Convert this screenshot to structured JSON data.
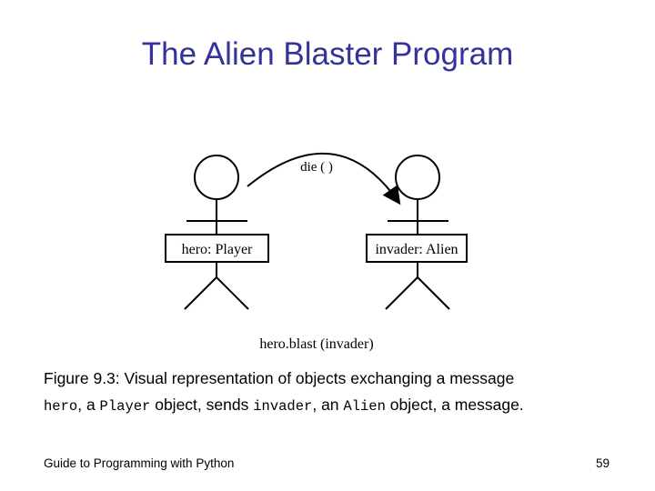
{
  "slide": {
    "title": "The Alien Blaster Program",
    "footer_left": "Guide to Programming with Python",
    "page_number": "59"
  },
  "diagram": {
    "left_object_label": "hero: Player",
    "right_object_label": "invader: Alien",
    "message_label": "die ( )",
    "call_label": "hero.blast (invader)"
  },
  "caption": {
    "line1": "Figure 9.3: Visual representation of objects exchanging a message",
    "seg1_code": "hero",
    "seg2": ", a ",
    "seg3_code": "Player",
    "seg4": " object, sends ",
    "seg5_code": "invader",
    "seg6": ", an ",
    "seg7_code": "Alien",
    "seg8": " object, a message."
  },
  "colors": {
    "title": "#333399",
    "line": "#000000"
  }
}
